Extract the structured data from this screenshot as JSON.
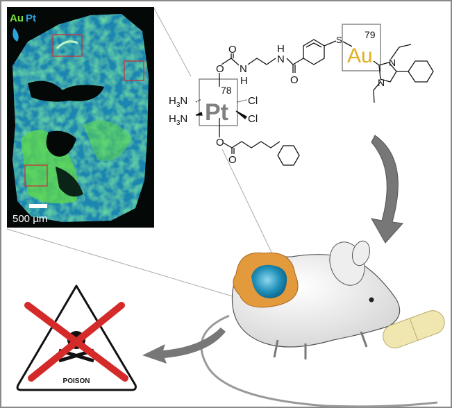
{
  "micrograph": {
    "legend_au": "Au",
    "legend_pt": "Pt",
    "scale_bar": "500 µm",
    "colors": {
      "au": "#7be23c",
      "pt": "#2aa3e0",
      "roi": "#c8343a"
    }
  },
  "molecule": {
    "pt_atomic_number": "78",
    "pt_symbol": "Pt",
    "au_atomic_number": "79",
    "au_symbol": "Au",
    "amine_label": "H",
    "amine_sub": "3",
    "amine_n": "N",
    "chloride": "Cl",
    "oxygen": "O",
    "nitrogen": "N",
    "hydrogen": "H",
    "sulfur": "S",
    "colors": {
      "au": "#e0b020",
      "pt": "#808080"
    }
  },
  "poison_sign": {
    "label": "POISON"
  },
  "colors": {
    "frame": "#888888",
    "arrow": "#777777",
    "tumor_outer": "#e39a3c",
    "tumor_inner": "#1f8fb8",
    "pill": "#efe6b0"
  }
}
